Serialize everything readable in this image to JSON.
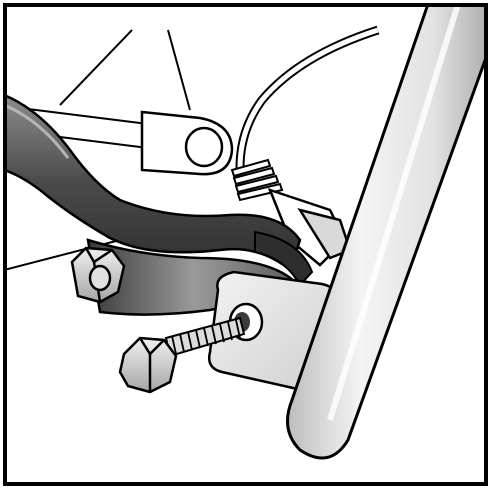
{
  "figure": {
    "description_text": "",
    "colors": {
      "frame": "#000000",
      "background": "#ffffff",
      "arm_dark": "#3a3a3a",
      "arm_mid": "#6b6b6b",
      "arm_light": "#9a9a9a",
      "tube_light": "#f0f0f0",
      "tube_shadow": "#bdbdbd",
      "plate": "#e6e6e6",
      "bolt": "#cfcfcf"
    },
    "parts": [
      {
        "id": "cable",
        "icon": "cable-icon"
      },
      {
        "id": "clevis",
        "icon": "clevis-icon"
      },
      {
        "id": "spring",
        "icon": "spring-icon"
      },
      {
        "id": "brake-arm",
        "icon": "bent-arm-icon"
      },
      {
        "id": "upper-bolt",
        "icon": "hex-bolt-icon"
      },
      {
        "id": "threaded-bolt",
        "icon": "threaded-bolt-icon"
      },
      {
        "id": "bracket-plate",
        "icon": "bracket-icon"
      },
      {
        "id": "frame-tube",
        "icon": "tube-icon"
      }
    ]
  }
}
